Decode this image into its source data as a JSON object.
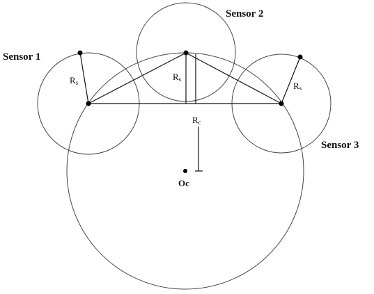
{
  "labels": {
    "sensor1": "Sensor 1",
    "sensor2": "Sensor 2",
    "sensor3": "Sensor 3",
    "rs_main": "R",
    "rs_sub": "s",
    "rc_main": "R",
    "rc_sub": "c",
    "center": "Oc"
  }
}
